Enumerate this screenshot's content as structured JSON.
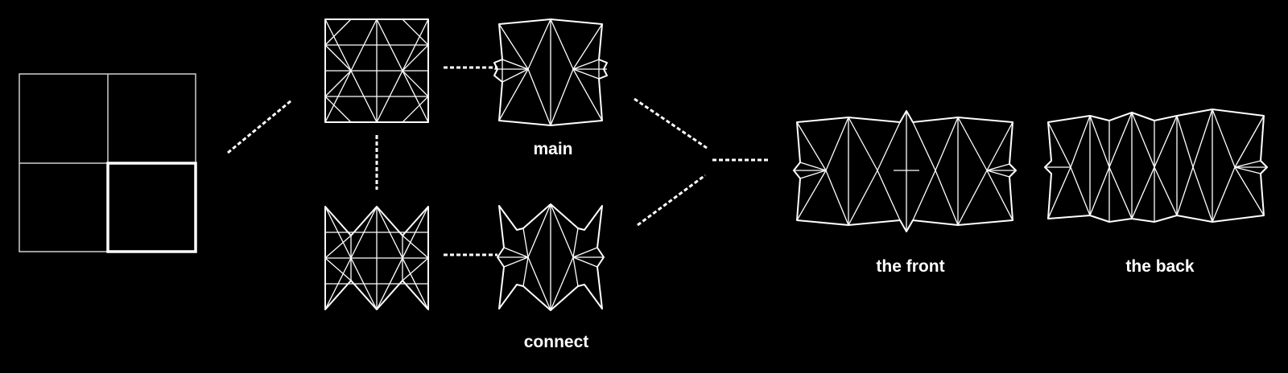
{
  "labels": {
    "main": "main",
    "connect": "connect",
    "front": "the front",
    "back": "the back"
  },
  "colors": {
    "background": "#000000",
    "line": "#ffffff"
  }
}
